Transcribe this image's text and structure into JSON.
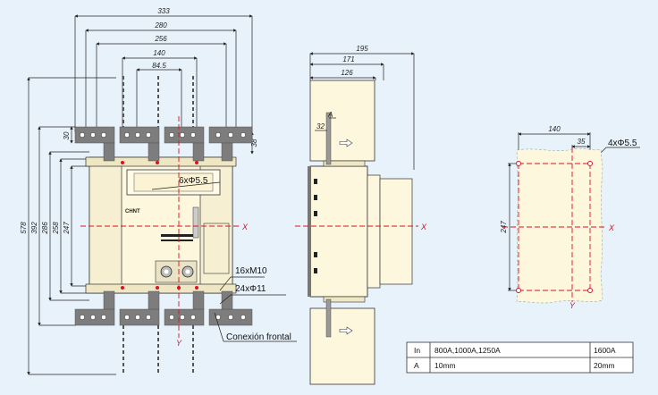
{
  "front_view": {
    "dims_top": [
      "333",
      "280",
      "256",
      "140",
      "84.5"
    ],
    "dims_left": [
      "578",
      "392",
      "286",
      "258",
      "247"
    ],
    "dim_30": "30",
    "dim_38": "38",
    "callout_holes": "6xΦ5.5",
    "callout_thread": "16xM10",
    "callout_holes2": "24xΦ11",
    "callout_connection": "Conexión frontal",
    "brand": "CHNT",
    "axis_x": "X",
    "axis_y": "Y"
  },
  "side_view": {
    "dims_top": [
      "195",
      "171",
      "126"
    ],
    "dim_a": "A",
    "dim_32": "32",
    "axis_x": "X"
  },
  "mount_view": {
    "dim_width": "140",
    "dim_offset": "35",
    "holes": "4xΦ5.5",
    "dim_height": "247",
    "axis_x": "X",
    "axis_y": "Y"
  },
  "spec_table": {
    "rows": [
      [
        "In",
        "800A,1000A,1250A",
        "1600A"
      ],
      [
        "A",
        "10mm",
        "20mm"
      ]
    ]
  },
  "colors": {
    "background": "#e8f2fb",
    "body_fill": "#fdf7de",
    "busbar_fill": "#7d7d7d",
    "axis_red": "#e01020"
  }
}
